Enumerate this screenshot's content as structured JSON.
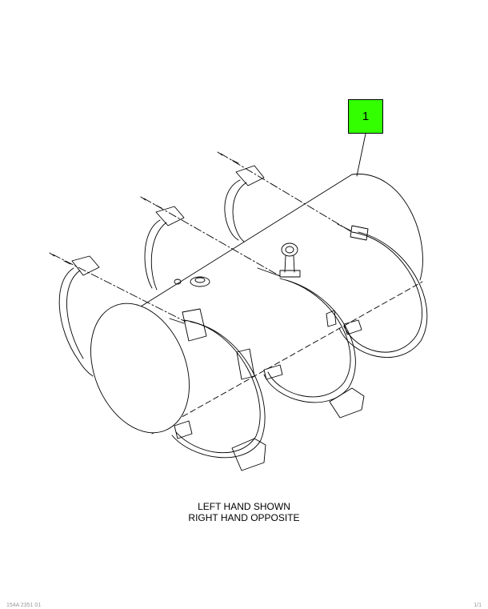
{
  "callout": {
    "label": "1",
    "color": "#33ff00"
  },
  "caption": {
    "line1": "LEFT HAND SHOWN",
    "line2": "RIGHT HAND OPPOSITE"
  },
  "footer": {
    "left": "154A 2351 01",
    "right": "1/1"
  }
}
